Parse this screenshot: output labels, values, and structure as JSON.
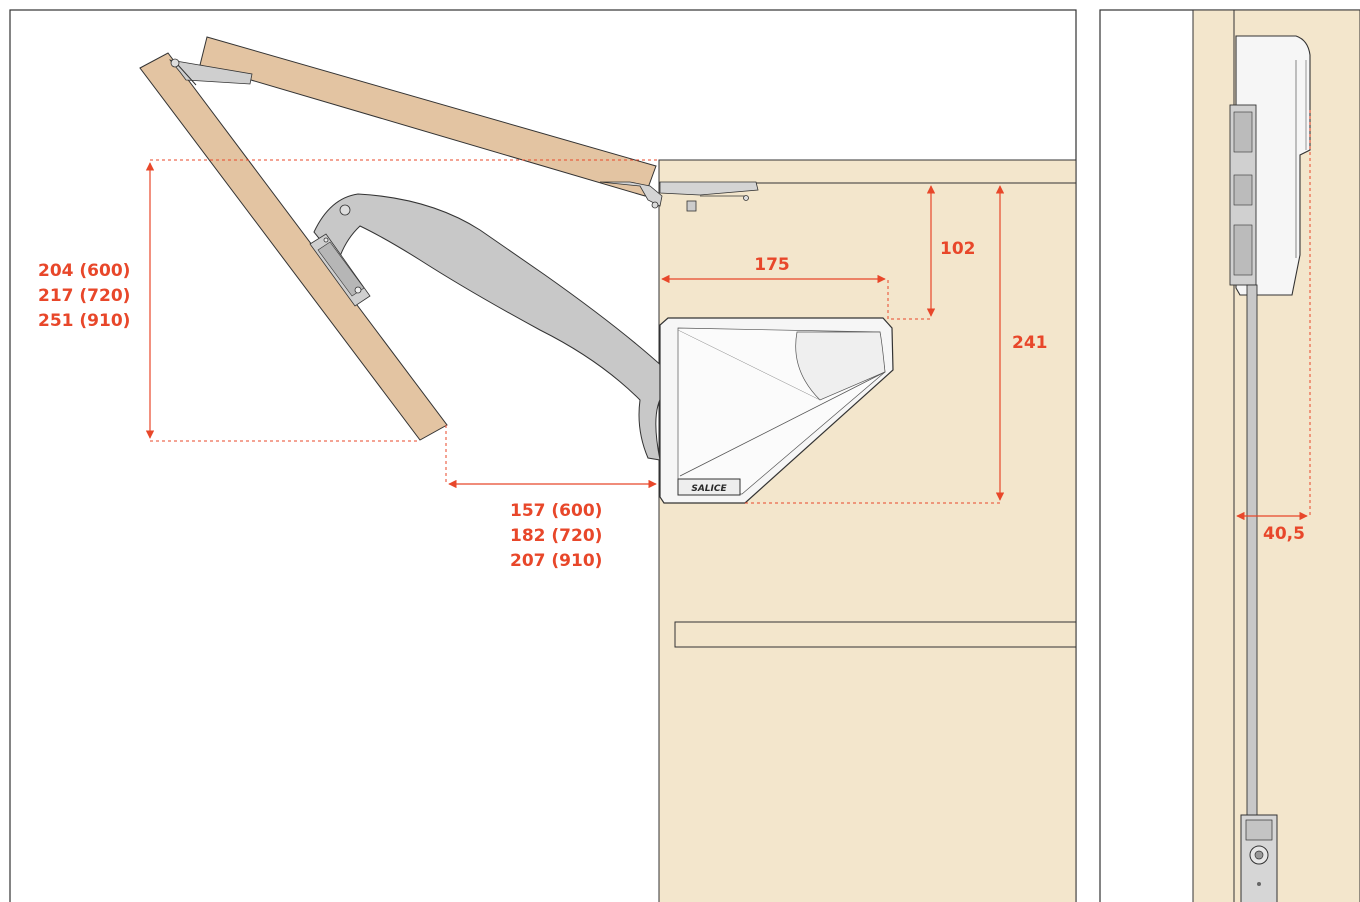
{
  "colors": {
    "panel_wood": "#f3e6cc",
    "door_wood": "#e3c4a2",
    "dimension": "#e8472a",
    "outline": "#333333",
    "mechanism": "#c8c8c8",
    "housing": "#f6f6f6"
  },
  "front_view": {
    "dimensions": {
      "height_setting": [
        "204 (600)",
        "217 (720)",
        "251 (910)"
      ],
      "side_clearance": [
        "157 (600)",
        "182 (720)",
        "207 (910)"
      ],
      "width_175": "175",
      "top_offset_102": "102",
      "height_241": "241"
    },
    "brand_label": "SALICE"
  },
  "side_view": {
    "depth_dimension": "40,5"
  }
}
